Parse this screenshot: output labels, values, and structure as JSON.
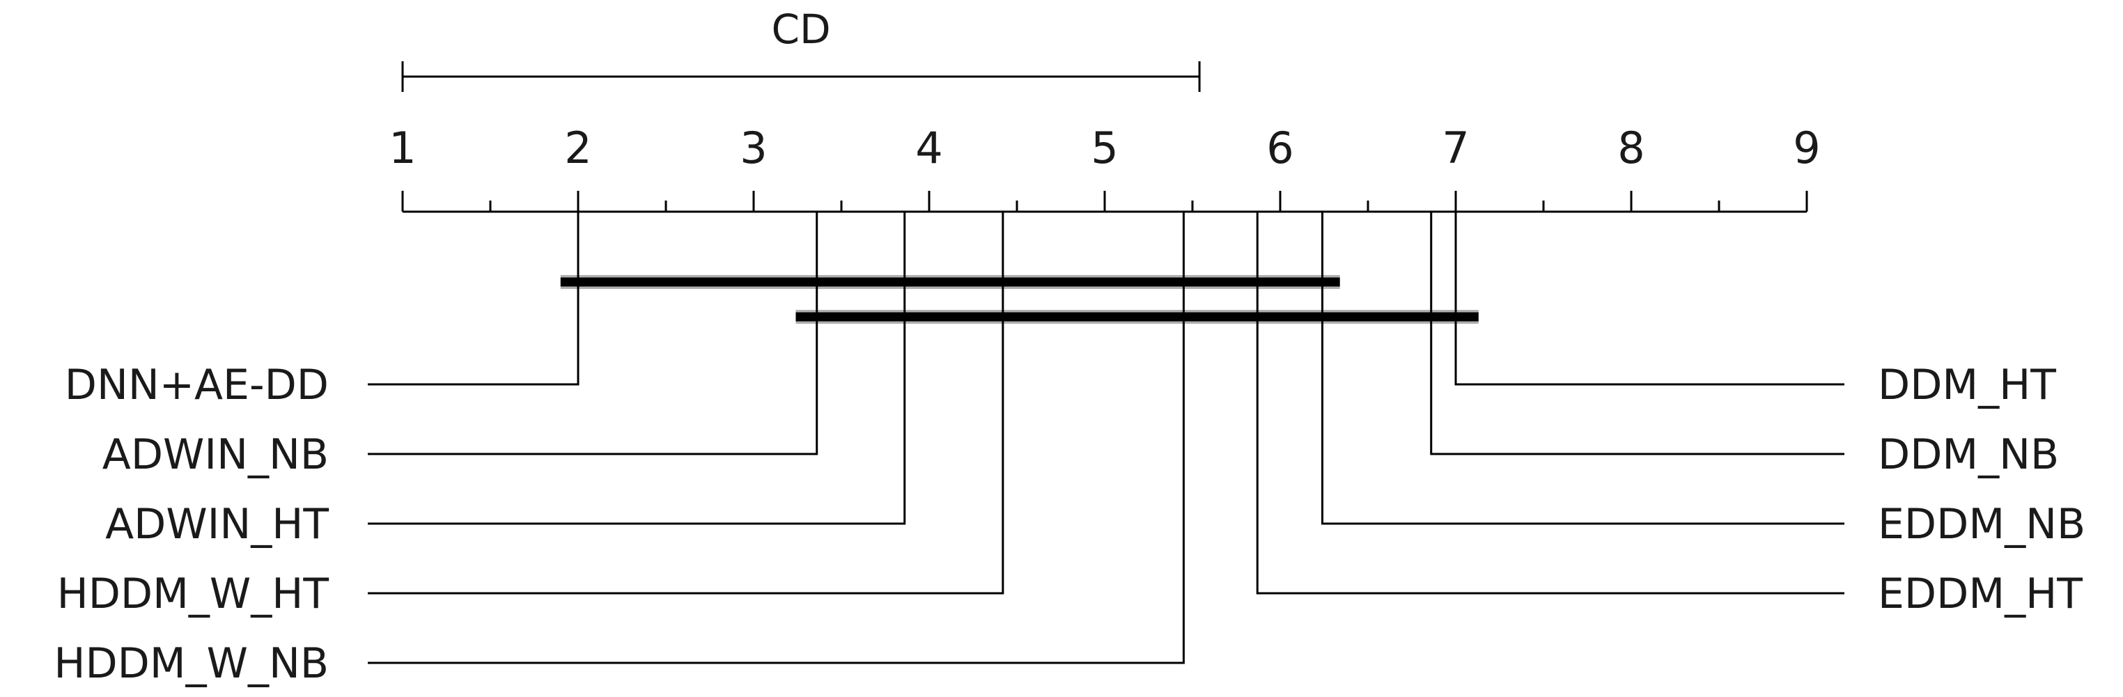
{
  "chart_data": {
    "type": "critical-difference-diagram",
    "cd_label": "CD",
    "cd_value": 4.54,
    "axis": {
      "min": 1,
      "max": 9,
      "ticks": [
        1,
        2,
        3,
        4,
        5,
        6,
        7,
        8,
        9
      ],
      "tick_labels": [
        "1",
        "2",
        "3",
        "4",
        "5",
        "6",
        "7",
        "8",
        "9"
      ]
    },
    "left_methods": [
      {
        "name": "DNN+AE-DD",
        "rank": 2.0
      },
      {
        "name": "ADWIN_NB",
        "rank": 3.36
      },
      {
        "name": "ADWIN_HT",
        "rank": 3.86
      },
      {
        "name": "HDDM_W_HT",
        "rank": 4.42
      },
      {
        "name": "HDDM_W_NB",
        "rank": 5.45
      }
    ],
    "right_methods": [
      {
        "name": "DDM_HT",
        "rank": 7.0
      },
      {
        "name": "DDM_NB",
        "rank": 6.86
      },
      {
        "name": "EDDM_NB",
        "rank": 6.24
      },
      {
        "name": "EDDM_HT",
        "rank": 5.87
      }
    ],
    "cliques": [
      {
        "from": 1.9,
        "to": 6.34
      },
      {
        "from": 3.24,
        "to": 7.13
      }
    ],
    "colors": {
      "lines": "#000000",
      "text": "#1a1a1a",
      "clique_shadow": "#b0b0b0"
    }
  }
}
